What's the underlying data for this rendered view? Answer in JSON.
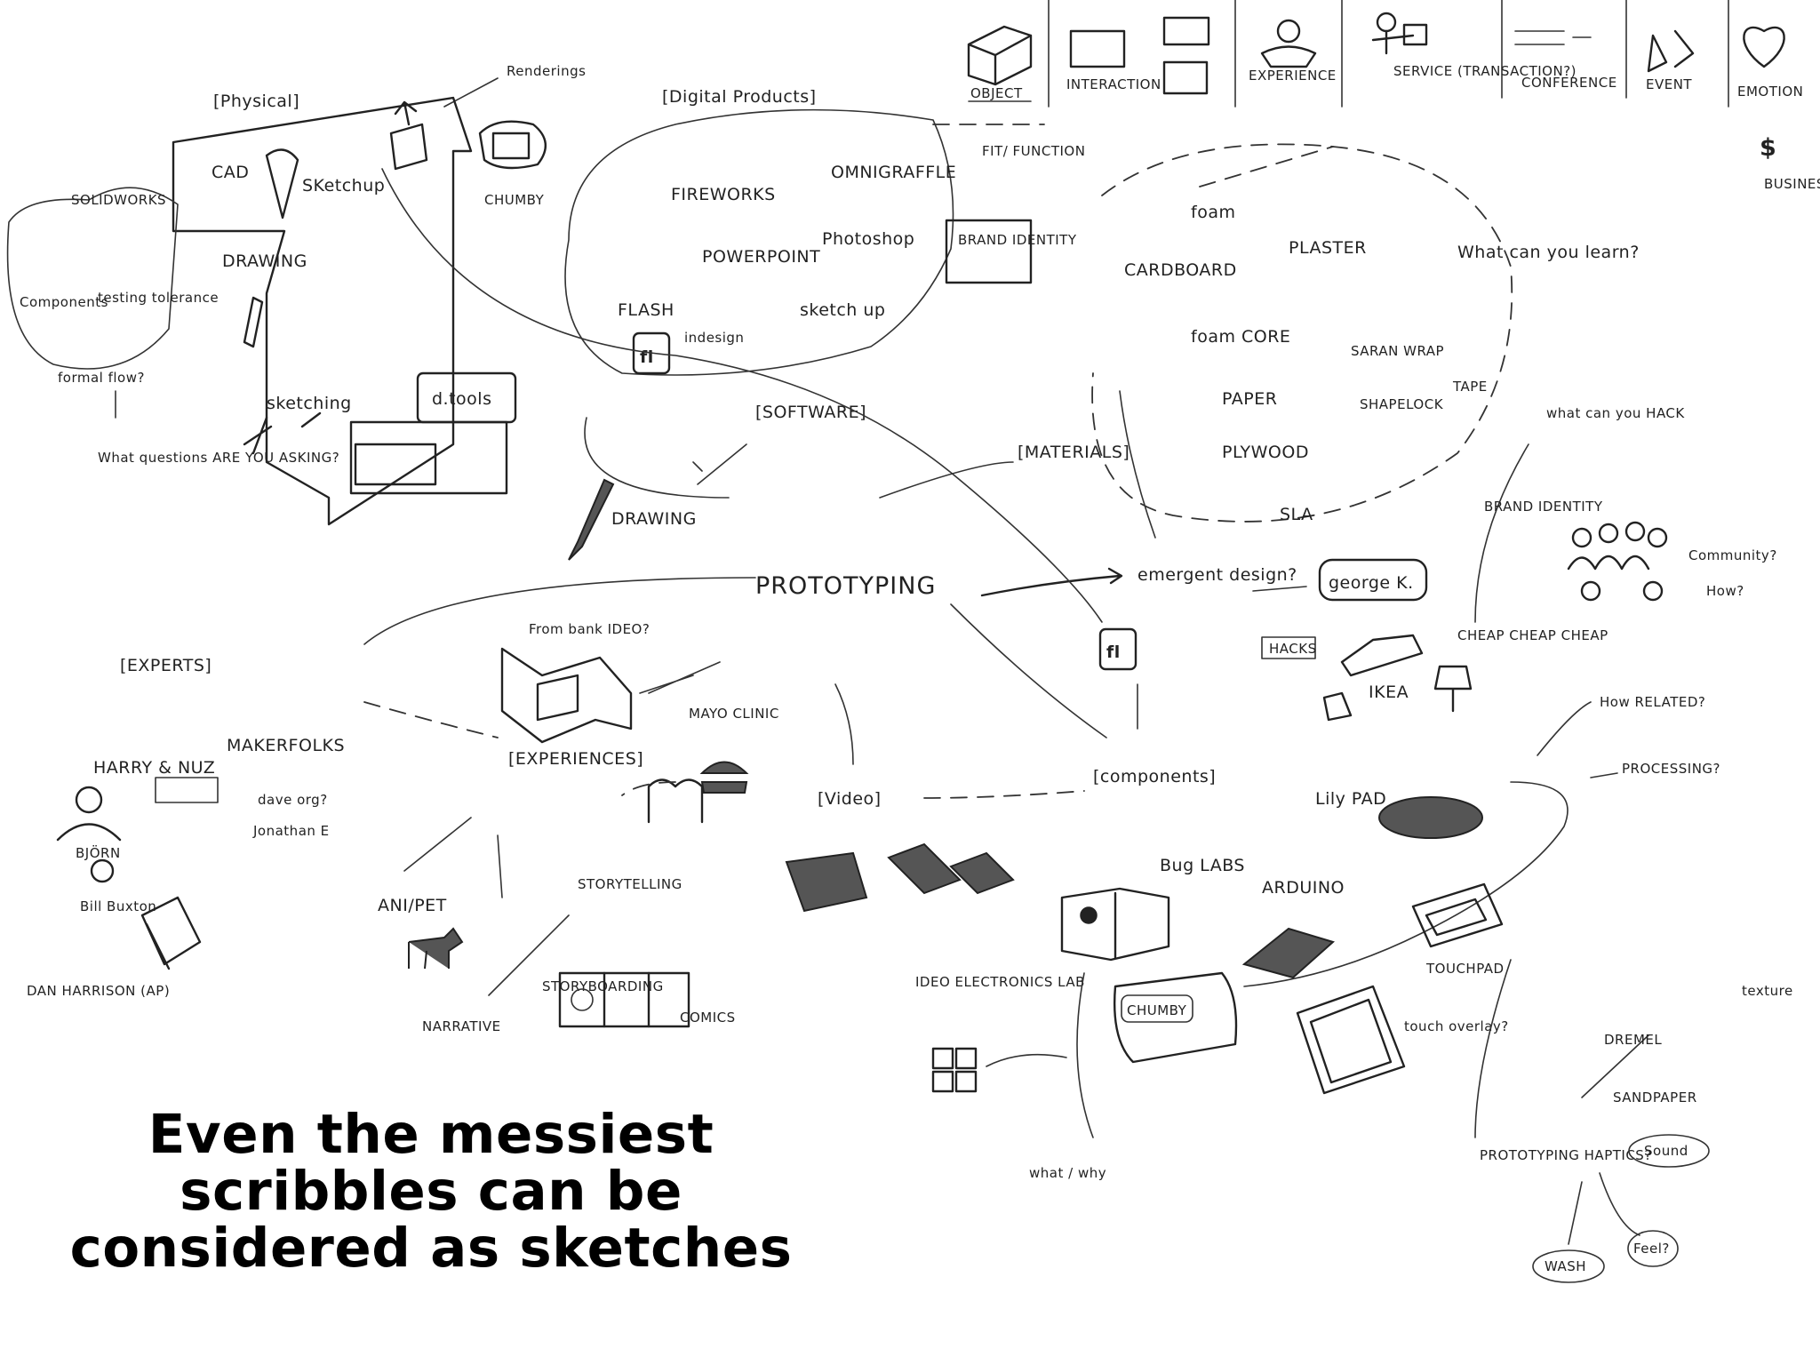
{
  "caption": {
    "line1": "Even the messiest",
    "line2": "scribbles can be",
    "line3": "considered  as sketches"
  },
  "sketch": {
    "physical": "[Physical]",
    "renderings": "Renderings",
    "cad": "CAD",
    "sketchup": "SKetchup",
    "solidworks": "SOLIDWORKS",
    "components_left": "Components",
    "testing_tolerance": "testing tolerance",
    "drawing_top": "DRAWING",
    "formal_flow": "formal flow?",
    "what_questions": "What questions ARE YOU ASKING?",
    "sketching": "sketching",
    "d_tools": "d.tools",
    "digital_products": "[Digital Products]",
    "chumby_top": "CHUMBY",
    "fireworks": "FIREWORKS",
    "omnigraffle": "OMNIGRAFFLE",
    "powerpoint": "POWERPOINT",
    "photoshop": "Photoshop",
    "flash": "FLASH",
    "indesign": "indesign",
    "sketchup2": "sketch up",
    "brand_identity_box": "BRAND IDENTITY",
    "software": "[SOFTWARE]",
    "drawing_mid": "DRAWING",
    "object": "OBJECT",
    "interaction": "INTERACTION",
    "experience_top": "EXPERIENCE",
    "service": "SERVICE (TRANSACTION?)",
    "conference": "CONFERENCE",
    "event": "EVENT",
    "emotion": "EMOTION",
    "business": "BUSINESS",
    "fit_function": "FIT/ FUNCTION",
    "foam": "foam",
    "cardboard": "CARDBOARD",
    "plaster": "PLASTER",
    "foam_core": "foam CORE",
    "saran_wrap": "SARAN WRAP",
    "paper": "PAPER",
    "shapelock": "SHAPELOCK",
    "tape": "TAPE",
    "plywood": "PLYWOOD",
    "sla": "SLA",
    "materials": "[MATERIALS]",
    "what_can_you_learn": "What can you learn?",
    "what_can_you_hack": "what can you HACK",
    "brand_identity": "BRAND IDENTITY",
    "community": "Community?",
    "how": "How?",
    "prototyping": "PROTOTYPING",
    "emergent_design": "emergent design?",
    "george_k": "george K.",
    "experts": "[EXPERTS]",
    "from_bank_ideo": "From bank IDEO?",
    "mayo_clinic": "MAYO CLINIC",
    "experiences": "[EXPERIENCES]",
    "components": "[components]",
    "hacks": "HACKS",
    "ikea": "IKEA",
    "cheap": "CHEAP CHEAP CHEAP",
    "how_related": "How RELATED?",
    "processing": "PROCESSING?",
    "lily_pad": "Lily PAD",
    "video": "[Video]",
    "bug_labs": "Bug LABS",
    "arduino": "ARDUINO",
    "harry_nuz": "HARRY & NUZ",
    "makerfolks": "MAKERFOLKS",
    "dave_org": "dave org?",
    "jonathan_e": "Jonathan E",
    "bjorn": "BJÖRN",
    "bill_buxton": "Bill Buxton",
    "dan_harrison": "DAN HARRISON (AP)",
    "ani_pet": "ANI/PET",
    "storytelling": "STORYTELLING",
    "storyboarding": "STORYBOARDING",
    "narrative": "NARRATIVE",
    "comics": "COMICS",
    "ideo_electronics_lab": "IDEO ELECTRONICS LAB",
    "chumby_bottom": "CHUMBY",
    "touchpad": "TOUCHPAD",
    "touch_overlay": "touch overlay?",
    "what_why": "what / why",
    "prototyping_haptics": "PROTOTYPING HAPTICS?",
    "dremel": "DREMEL",
    "sandpaper": "SANDPAPER",
    "sound": "Sound",
    "wash": "WASH",
    "feel": "Feel?",
    "texture": "texture"
  }
}
